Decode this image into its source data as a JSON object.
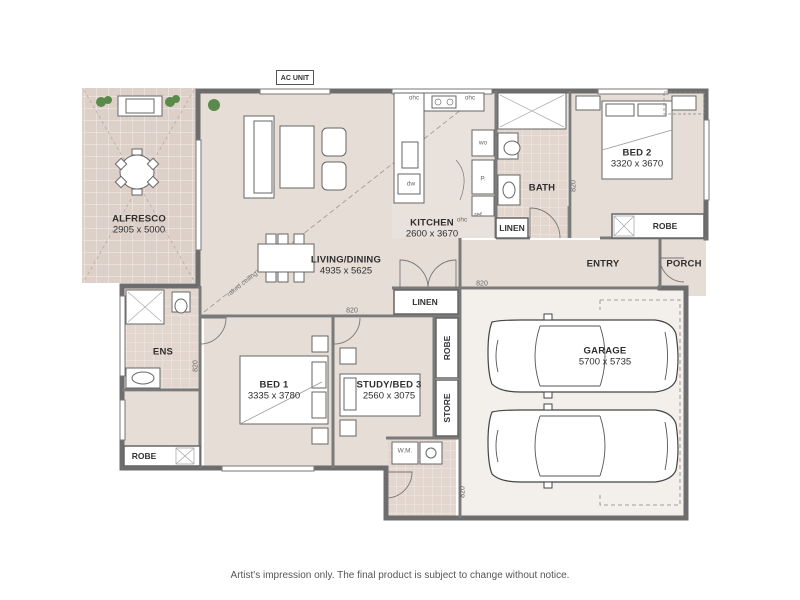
{
  "rooms": {
    "alfresco": {
      "name": "ALFRESCO",
      "dims": "2905 x 5000"
    },
    "living": {
      "name": "LIVING/DINING",
      "dims": "4935 x 5625"
    },
    "kitchen": {
      "name": "KITCHEN",
      "dims": "2600 x 3670"
    },
    "bath": {
      "name": "BATH"
    },
    "bed2": {
      "name": "BED 2",
      "dims": "3320 x 3670"
    },
    "entry": {
      "name": "ENTRY"
    },
    "porch": {
      "name": "PORCH"
    },
    "ens": {
      "name": "ENS"
    },
    "bed1": {
      "name": "BED 1",
      "dims": "3335 x 3780"
    },
    "study": {
      "name": "STUDY/BED 3",
      "dims": "2560 x 3075"
    },
    "garage": {
      "name": "GARAGE",
      "dims": "5700 x 5735"
    }
  },
  "storage": {
    "linen_bath": "LINEN",
    "linen_hall": "LINEN",
    "robe_bed2": "ROBE",
    "robe_bed1": "ROBE",
    "robe_study": "ROBE",
    "store": "STORE"
  },
  "fixtures": {
    "ac_unit": "AC UNIT",
    "wm": "W.M.",
    "wo": "wo",
    "dw": "dw",
    "p": "P.",
    "ref": "ref",
    "ohc_1": "ohc",
    "ohc_2": "ohc",
    "ohc_3": "ohc"
  },
  "measurements": {
    "door_bed2": "820",
    "door_entry": "820",
    "door_bed1": "820",
    "door_ens": "820",
    "door_laundry": "820"
  },
  "annotations": {
    "raked_ceiling": "raked ceiling"
  },
  "disclaimer": "Artist's impression only. The final product is subject to change without notice.",
  "colors": {
    "floor": "#e6ddd7",
    "garage_floor": "#f3efeb",
    "tile": "#d9cbc3",
    "wall": "#6d6d6d",
    "plant": "#5a8a4a"
  }
}
